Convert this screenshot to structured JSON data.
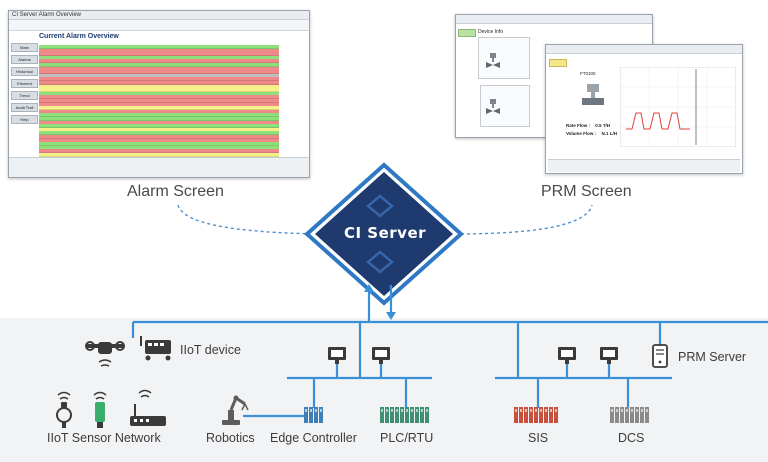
{
  "captions": {
    "alarm_screen": "Alarm Screen",
    "prm_screen": "PRM Screen"
  },
  "server": {
    "label": "CI Server"
  },
  "network": {
    "iiot_device": "IIoT device",
    "iiot_sensor_network": "IIoT Sensor Network",
    "robotics": "Robotics",
    "edge_controller": "Edge Controller",
    "plc_rtu": "PLC/RTU",
    "sis": "SIS",
    "dcs": "DCS",
    "prm_server": "PRM Server"
  },
  "alarm_screenshot": {
    "window_title": "CI Server Alarm Overview",
    "heading": "Current Alarm Overview",
    "nav_buttons": [
      "Main",
      "Alarms",
      "Historical",
      "Element",
      "Trend",
      "Audit Trail",
      "Help"
    ]
  },
  "prm_screenshot": {
    "back_heading": "Device Info",
    "front_heading": "FT0100",
    "rate_flow_label": "Rate Flow :",
    "rate_flow_value": "0.5",
    "rate_flow_unit": "T/H",
    "volume_flow_label": "Volume Flow :",
    "volume_flow_value": "N.1",
    "volume_flow_unit": "L/H"
  },
  "colors": {
    "server_fill": "#1e3a6e",
    "server_border": "#2f78c4",
    "network_line": "#3b8fd6",
    "dashed_line": "#4a90d2",
    "band": "#f2f3f5",
    "sis_color": "#c8503c",
    "plc_color": "#3f8f74",
    "edge_color": "#3f7fb8",
    "dcs_color": "#8a8a8a"
  },
  "icons": {
    "drone": "drone-icon",
    "gateway": "gateway-icon",
    "sensor": "wireless-sensor-icon",
    "robot_arm": "robot-arm-icon",
    "monitor": "monitor-icon",
    "server_tower": "server-tower-icon"
  }
}
